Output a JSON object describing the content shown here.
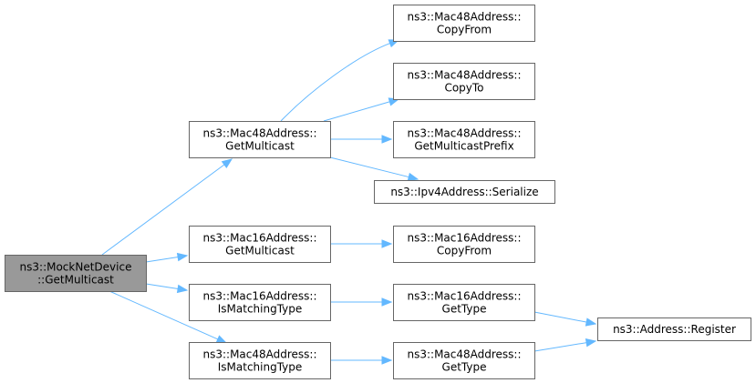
{
  "diagram": {
    "nodes": [
      {
        "id": "root",
        "lines": [
          "ns3::MockNetDevice",
          "::GetMulticast"
        ],
        "root": true
      },
      {
        "id": "m48_getmc",
        "lines": [
          "ns3::Mac48Address::",
          "GetMulticast"
        ]
      },
      {
        "id": "m16_getmc",
        "lines": [
          "ns3::Mac16Address::",
          "GetMulticast"
        ]
      },
      {
        "id": "m16_ismt",
        "lines": [
          "ns3::Mac16Address::",
          "IsMatchingType"
        ]
      },
      {
        "id": "m48_ismt",
        "lines": [
          "ns3::Mac48Address::",
          "IsMatchingType"
        ]
      },
      {
        "id": "m48_copyfrom",
        "lines": [
          "ns3::Mac48Address::",
          "CopyFrom"
        ]
      },
      {
        "id": "m48_copyto",
        "lines": [
          "ns3::Mac48Address::",
          "CopyTo"
        ]
      },
      {
        "id": "m48_prefix",
        "lines": [
          "ns3::Mac48Address::",
          "GetMulticastPrefix"
        ]
      },
      {
        "id": "ipv4_ser",
        "lines": [
          "ns3::Ipv4Address::Serialize"
        ]
      },
      {
        "id": "m16_copyfrom",
        "lines": [
          "ns3::Mac16Address::",
          "CopyFrom"
        ]
      },
      {
        "id": "m16_gettype",
        "lines": [
          "ns3::Mac16Address::",
          "GetType"
        ]
      },
      {
        "id": "m48_gettype",
        "lines": [
          "ns3::Mac48Address::",
          "GetType"
        ]
      },
      {
        "id": "addr_reg",
        "lines": [
          "ns3::Address::Register"
        ]
      }
    ],
    "edges": [
      {
        "from": "root",
        "to": "m48_getmc"
      },
      {
        "from": "root",
        "to": "m16_getmc"
      },
      {
        "from": "root",
        "to": "m16_ismt"
      },
      {
        "from": "root",
        "to": "m48_ismt"
      },
      {
        "from": "m48_getmc",
        "to": "m48_copyfrom"
      },
      {
        "from": "m48_getmc",
        "to": "m48_copyto"
      },
      {
        "from": "m48_getmc",
        "to": "m48_prefix"
      },
      {
        "from": "m48_getmc",
        "to": "ipv4_ser"
      },
      {
        "from": "m16_getmc",
        "to": "m16_copyfrom"
      },
      {
        "from": "m16_ismt",
        "to": "m16_gettype"
      },
      {
        "from": "m48_ismt",
        "to": "m48_gettype"
      },
      {
        "from": "m16_gettype",
        "to": "addr_reg"
      },
      {
        "from": "m48_gettype",
        "to": "addr_reg"
      }
    ]
  }
}
